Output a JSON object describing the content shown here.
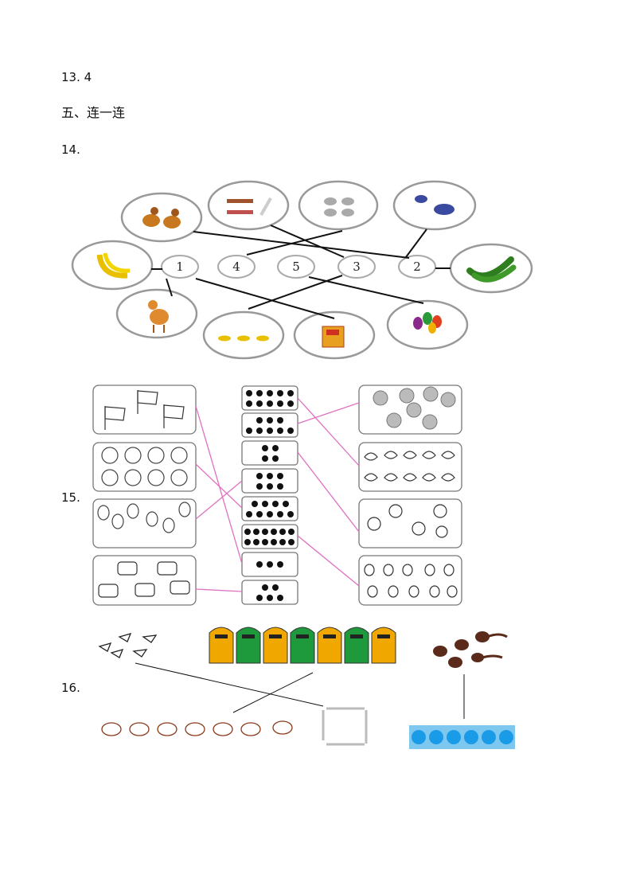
{
  "q13": {
    "label": "13. 4"
  },
  "section5": {
    "heading": "五、连一连"
  },
  "q14": {
    "label": "14.",
    "numbers": [
      "1",
      "4",
      "5",
      "3",
      "2"
    ]
  },
  "q15": {
    "label": "15."
  },
  "q16": {
    "label": "16."
  },
  "colors": {
    "pink_line": "#e070c0",
    "bin_orange": "#f0a800",
    "bin_green": "#1e9a3c",
    "strip_blue": "#7ec8f0",
    "strip_dot": "#1a9be8"
  },
  "icons": [
    "duck-icon",
    "crayon-icon",
    "mushroom-icon",
    "hippo-icon",
    "banana-icon",
    "cucumber-icon",
    "deer-icon",
    "fish-icon",
    "gift-box-icon",
    "balloon-icon",
    "flag-icon",
    "ball-icon",
    "tiger-icon",
    "peach-icon",
    "squirrel-icon",
    "monkey-icon",
    "rabbit-icon",
    "bird-icon",
    "trash-bin-icon",
    "tadpole-icon",
    "goose-icon",
    "matchstick-icon"
  ]
}
